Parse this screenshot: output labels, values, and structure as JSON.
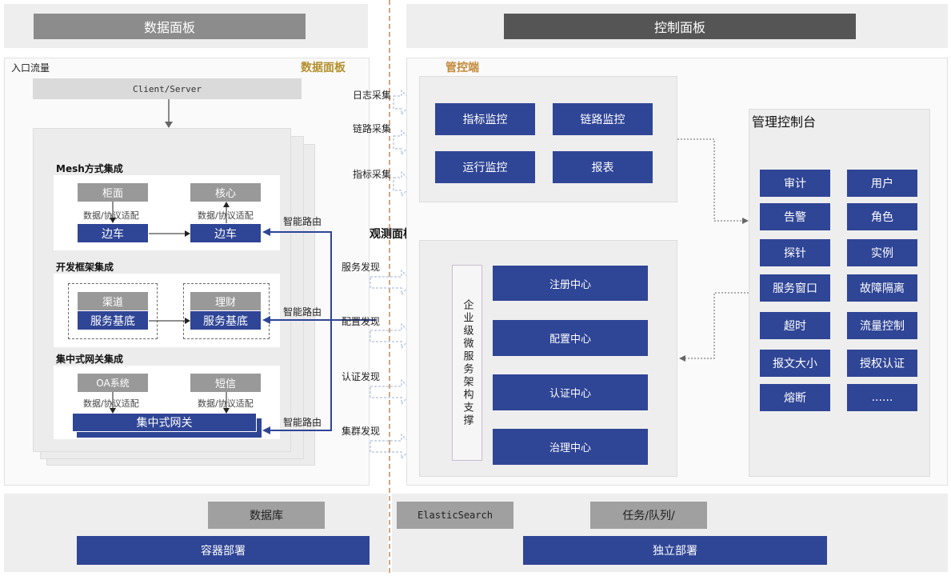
{
  "top": {
    "data_panel_header": "数据面板",
    "control_panel_header": "控制面板"
  },
  "left": {
    "entry_label": "入口流量",
    "panel_title": "数据面板",
    "client_server": "Client/Server",
    "mesh": {
      "title": "Mesh方式集成",
      "node_a": "柜面",
      "node_b": "核心",
      "adapt": "数据/协议适配",
      "sidecar": "边车"
    },
    "framework": {
      "title": "开发框架集成",
      "node_a": "渠道",
      "node_b": "理财",
      "base": "服务基底"
    },
    "gateway": {
      "title": "集中式网关集成",
      "node_a": "OA系统",
      "node_b": "短信",
      "adapt": "数据/协议适配",
      "gateway": "集中式网关"
    },
    "smart_route": "智能路由"
  },
  "middle": {
    "collect": [
      "日志采集",
      "链路采集",
      "指标采集"
    ],
    "observe_title": "观测面板",
    "discover": [
      "服务发现",
      "配置发现",
      "认证发现",
      "集群发现"
    ]
  },
  "control": {
    "title": "管控端",
    "buttons": [
      "指标监控",
      "链路监控",
      "运行监控",
      "报表"
    ]
  },
  "observe": {
    "vertical_label": "企业级微服务架构支撑",
    "centers": [
      "注册中心",
      "配置中心",
      "认证中心",
      "治理中心"
    ]
  },
  "console": {
    "title": "管理控制台",
    "items": [
      "审计",
      "用户",
      "告警",
      "角色",
      "探针",
      "实例",
      "服务窗口",
      "故障隔离",
      "超时",
      "流量控制",
      "报文大小",
      "授权认证",
      "熔断",
      "......"
    ]
  },
  "bottom": {
    "database": "数据库",
    "elastic": "ElasticSearch",
    "tasks": "任务/队列/",
    "container": "容器部署",
    "standalone": "独立部署"
  },
  "colors": {
    "accent_blue": "#2f4596",
    "divider": "#c8885a",
    "orange_title": "#c48a3a"
  }
}
